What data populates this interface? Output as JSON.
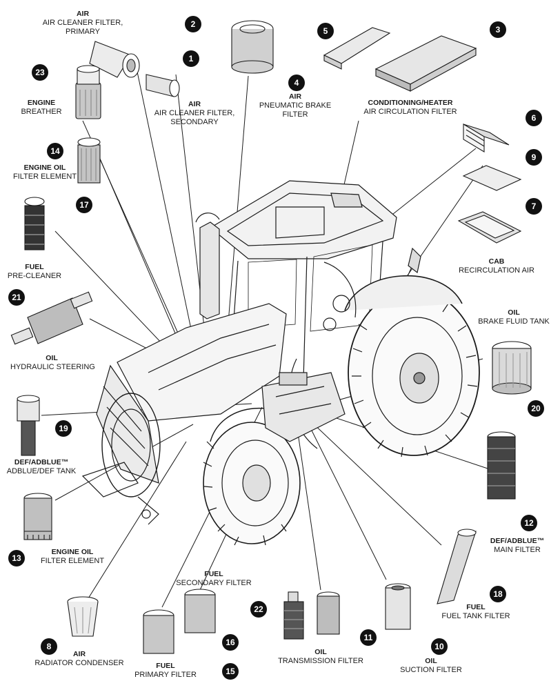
{
  "callouts": [
    {
      "n": "1",
      "category": "AIR",
      "name": "AIR CLEANER FILTER, SECONDARY"
    },
    {
      "n": "2",
      "category": "AIR",
      "name": "AIR CLEANER FILTER, PRIMARY"
    },
    {
      "n": "3",
      "category": "",
      "name": ""
    },
    {
      "n": "4",
      "category": "AIR",
      "name": "PNEUMATIC BRAKE FILTER"
    },
    {
      "n": "5",
      "category": "CONDITIONING/HEATER",
      "name": "AIR CIRCULATION FILTER"
    },
    {
      "n": "6",
      "category": "",
      "name": ""
    },
    {
      "n": "7",
      "category": "CAB",
      "name": "RECIRCULATION AIR"
    },
    {
      "n": "8",
      "category": "AIR",
      "name": "RADIATOR CONDENSER"
    },
    {
      "n": "9",
      "category": "",
      "name": ""
    },
    {
      "n": "10",
      "category": "OIL",
      "name": "SUCTION FILTER"
    },
    {
      "n": "11",
      "category": "OIL",
      "name": "TRANSMISSION FILTER"
    },
    {
      "n": "12",
      "category": "DEF/ADBLUE™",
      "name": "MAIN FILTER"
    },
    {
      "n": "13",
      "category": "ENGINE OIL",
      "name": "FILTER ELEMENT"
    },
    {
      "n": "14",
      "category": "ENGINE OIL",
      "name": "FILTER ELEMENT"
    },
    {
      "n": "15",
      "category": "FUEL",
      "name": "PRIMARY FILTER"
    },
    {
      "n": "16",
      "category": "FUEL",
      "name": "SECONDARY FILTER"
    },
    {
      "n": "17",
      "category": "FUEL",
      "name": "PRE-CLEANER"
    },
    {
      "n": "18",
      "category": "FUEL",
      "name": "FUEL TANK FILTER"
    },
    {
      "n": "19",
      "category": "DEF/ADBLUE™",
      "name": "ADBLUE/DEF TANK"
    },
    {
      "n": "20",
      "category": "OIL",
      "name": "BRAKE FLUID TANK"
    },
    {
      "n": "21",
      "category": "OIL",
      "name": "HYDRAULIC STEERING"
    },
    {
      "n": "22",
      "category": "",
      "name": ""
    },
    {
      "n": "23",
      "category": "ENGINE",
      "name": "BREATHER"
    }
  ],
  "labels": {
    "l2": {
      "category": "AIR",
      "line1": "AIR CLEANER FILTER,",
      "line2": "PRIMARY"
    },
    "l1": {
      "category": "AIR",
      "line1": "AIR CLEANER FILTER,",
      "line2": "SECONDARY"
    },
    "l4": {
      "category": "AIR",
      "line1": "PNEUMATIC BRAKE",
      "line2": "FILTER"
    },
    "l5": {
      "category": "CONDITIONING/HEATER",
      "line1": "AIR CIRCULATION FILTER"
    },
    "l23": {
      "category": "ENGINE",
      "line1": "BREATHER"
    },
    "l14": {
      "category": "ENGINE OIL",
      "line1": "FILTER ELEMENT"
    },
    "l17": {
      "category": "FUEL",
      "line1": "PRE-CLEANER"
    },
    "l7": {
      "category": "CAB",
      "line1": "RECIRCULATION AIR"
    },
    "l21": {
      "category": "OIL",
      "line1": "HYDRAULIC STEERING"
    },
    "l20": {
      "category": "OIL",
      "line1": "BRAKE FLUID TANK"
    },
    "l19": {
      "category": "DEF/ADBLUE™",
      "line1": "ADBLUE/DEF TANK"
    },
    "l12": {
      "category": "DEF/ADBLUE™",
      "line1": "MAIN FILTER"
    },
    "l13": {
      "category": "ENGINE OIL",
      "line1": "FILTER ELEMENT"
    },
    "l16": {
      "category": "FUEL",
      "line1": "SECONDARY FILTER"
    },
    "l18": {
      "category": "FUEL",
      "line1": "FUEL TANK FILTER"
    },
    "l8": {
      "category": "AIR",
      "line1": "RADIATOR CONDENSER"
    },
    "l15": {
      "category": "FUEL",
      "line1": "PRIMARY FILTER"
    },
    "l11": {
      "category": "OIL",
      "line1": "TRANSMISSION FILTER"
    },
    "l10": {
      "category": "OIL",
      "line1": "SUCTION FILTER"
    }
  }
}
